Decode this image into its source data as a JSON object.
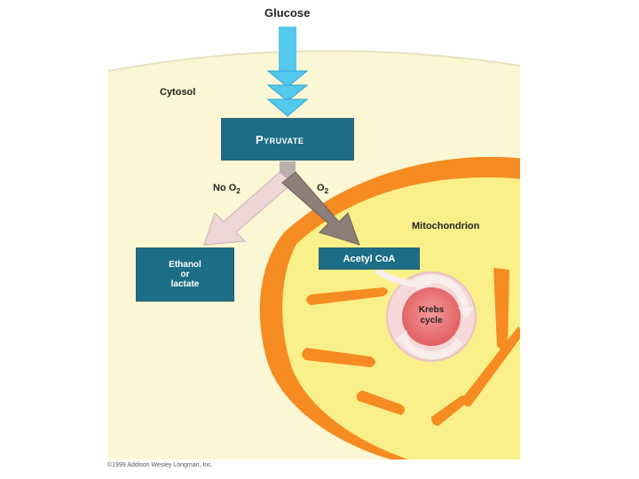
{
  "labels": {
    "glucose": "Glucose",
    "cytosol": "Cytosol",
    "pyruvate": "Pyruvate",
    "no_o2_prefix": "No O",
    "o2_prefix": "O",
    "o2_subscript": "2",
    "mitochondrion": "Mitochondrion",
    "fermentation_line1": "Ethanol",
    "fermentation_line2": "or",
    "fermentation_line3": "lactate",
    "acetyl_coa": "Acetyl CoA",
    "krebs_line1": "Krebs",
    "krebs_line2": "cycle",
    "copyright": "©1999 Addison Wesley Longman, Inc."
  },
  "colors": {
    "cytosol": "#fbf6d3",
    "box_fill": "#1c6e86",
    "glucose_arrow": "#55c8ee",
    "no_o2_arrow": "#efd6d6",
    "o2_arrow": "#8e7e78",
    "mito_outer": "#f68b22",
    "mito_matrix": "#faf08a",
    "krebs_ring": "#f6d8d8",
    "krebs_core": "#ef7576"
  }
}
